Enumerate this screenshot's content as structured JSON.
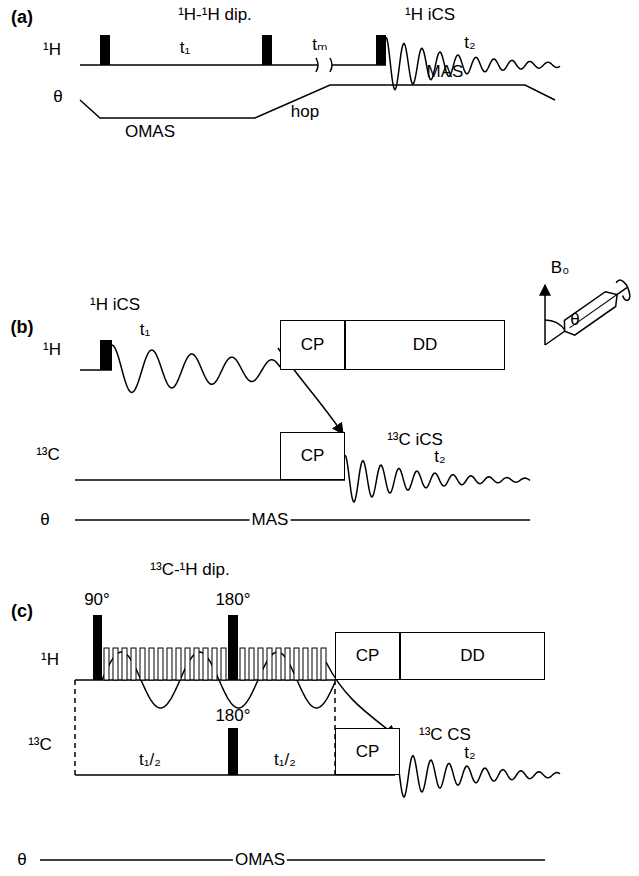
{
  "diagram": {
    "nodes": [
      {
        "text": [
          "CP"
        ]
      },
      {
        "text": [
          "DD"
        ]
      },
      {
        "text": [
          "CP"
        ]
      },
      {
        "text": [
          "CP"
        ]
      },
      {
        "text": [
          "DD"
        ]
      },
      {
        "text": [
          "CP"
        ]
      }
    ],
    "labels": [
      "(a)",
      "¹H",
      "¹H-¹H dip.",
      "t₁",
      "tₘ",
      "¹H iCS",
      "t₂",
      "θ",
      "OMAS",
      "hop",
      "MAS",
      "B₀",
      "θ",
      "(b)",
      "¹H",
      "¹H iCS",
      "t₁",
      "¹³C",
      "¹³C iCS",
      "t₂",
      "θ",
      "MAS",
      "(c)",
      "¹³C-¹H dip.",
      "90°",
      "180°",
      "¹H",
      "180°",
      "¹³C",
      "t₁/₂",
      "t₁/₂",
      "¹³C CS",
      "t₂",
      "θ",
      "OMAS"
    ]
  }
}
